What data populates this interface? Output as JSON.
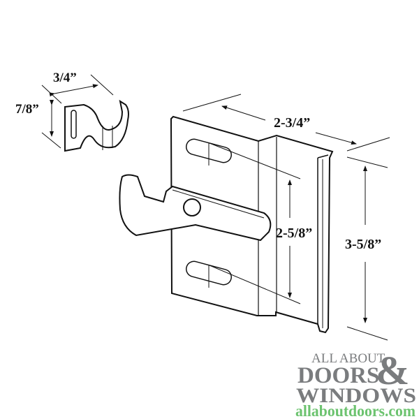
{
  "dimensions": {
    "clip_width": "3/4”",
    "clip_height": "7/8”",
    "plate_width": "2-3/4”",
    "slot_spacing": "2-5/8”",
    "plate_height": "3-5/8”"
  },
  "logo": {
    "line1": "ALL ABOUT",
    "line2": "DOORS",
    "ampersand": "&",
    "line3": "WINDOWS",
    "url": "allaboutdoors.com",
    "text_color": "#7a7c7e",
    "url_color": "#6cc36f"
  }
}
